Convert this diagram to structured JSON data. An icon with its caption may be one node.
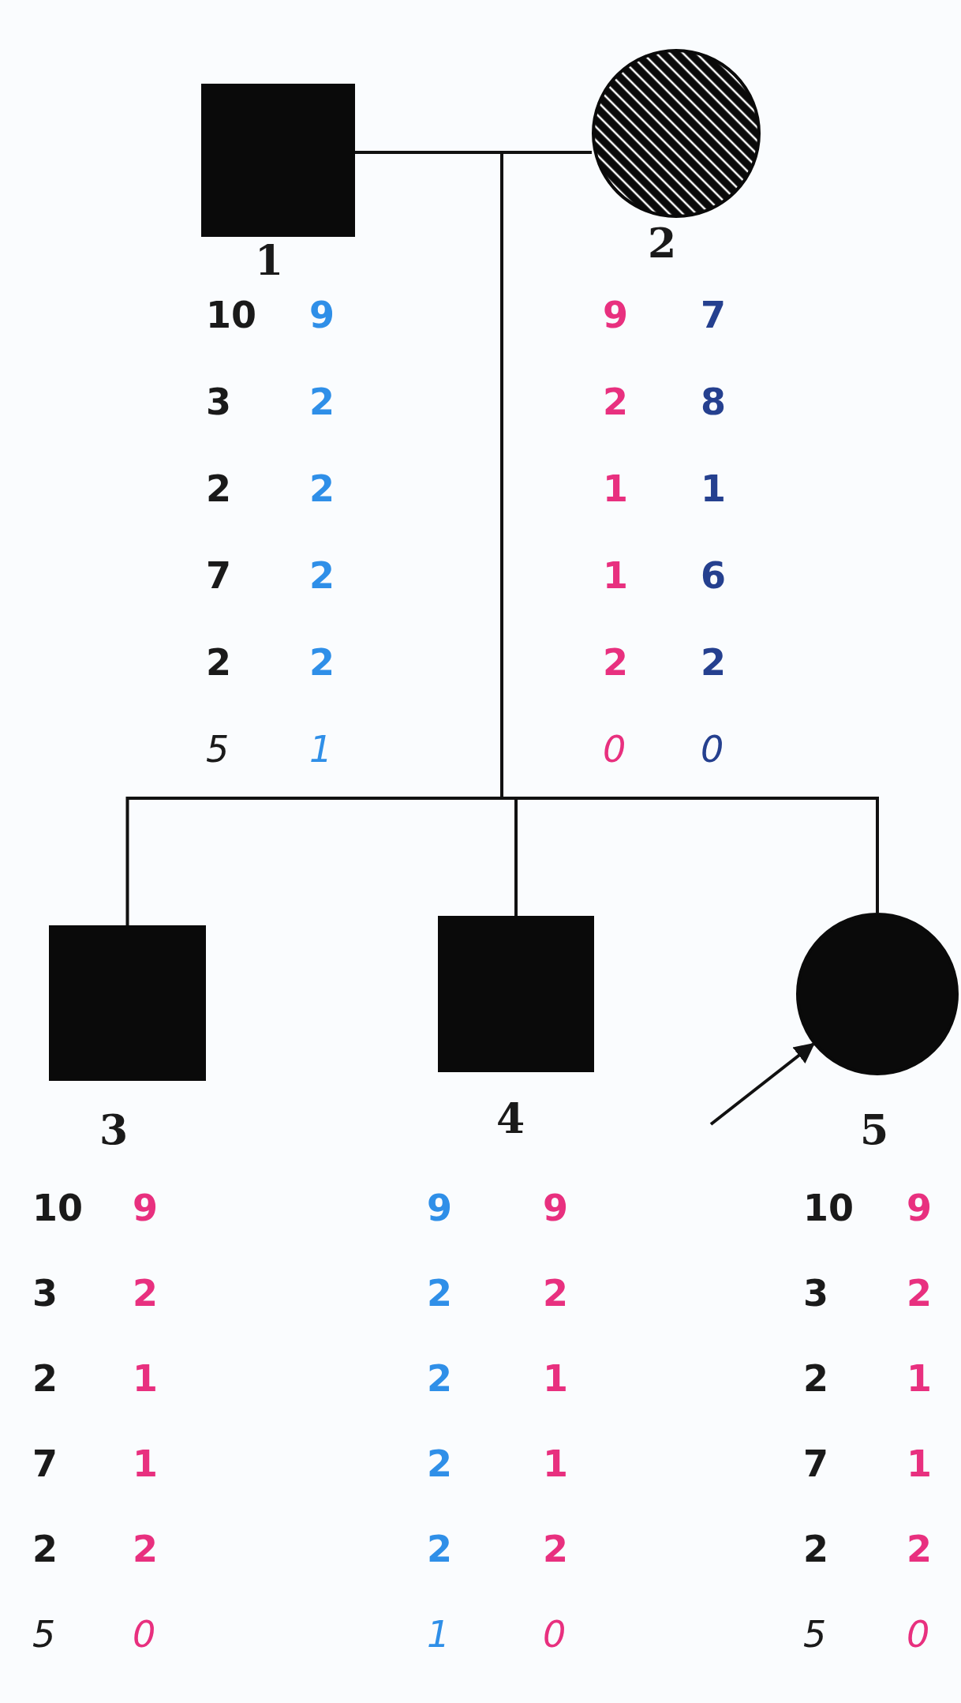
{
  "diagram": {
    "nodes": [
      {
        "text": [
          "1"
        ],
        "beside": [
          "10",
          "9",
          "3",
          "2",
          "2",
          "2",
          "7",
          "2",
          "2",
          "2",
          "5",
          "1"
        ]
      },
      {
        "text": [
          "2"
        ],
        "beside": [
          "9",
          "7",
          "2",
          "8",
          "1",
          "1",
          "1",
          "6",
          "2",
          "2",
          "0",
          "0"
        ]
      },
      {
        "text": [
          "3"
        ],
        "beside": [
          "10",
          "9",
          "3",
          "2",
          "2",
          "1",
          "7",
          "1",
          "2",
          "2",
          "5",
          "0"
        ]
      },
      {
        "text": [
          "4"
        ],
        "beside": [
          "9",
          "9",
          "2",
          "2",
          "2",
          "1",
          "2",
          "1",
          "2",
          "2",
          "1",
          "0"
        ]
      },
      {
        "text": [
          "5"
        ],
        "beside": [
          "10",
          "9",
          "3",
          "2",
          "2",
          "1",
          "7",
          "1",
          "2",
          "2",
          "5",
          "0"
        ]
      }
    ],
    "edges": [
      {
        "from": 0,
        "to": 1,
        "arrow": "none"
      },
      {
        "from": null,
        "to": 2,
        "arrow": "none"
      },
      {
        "from": null,
        "to": 3,
        "arrow": "none"
      },
      {
        "from": null,
        "to": 4,
        "arrow": "none"
      },
      {
        "from": null,
        "to": 4,
        "arrow": "to"
      }
    ]
  }
}
